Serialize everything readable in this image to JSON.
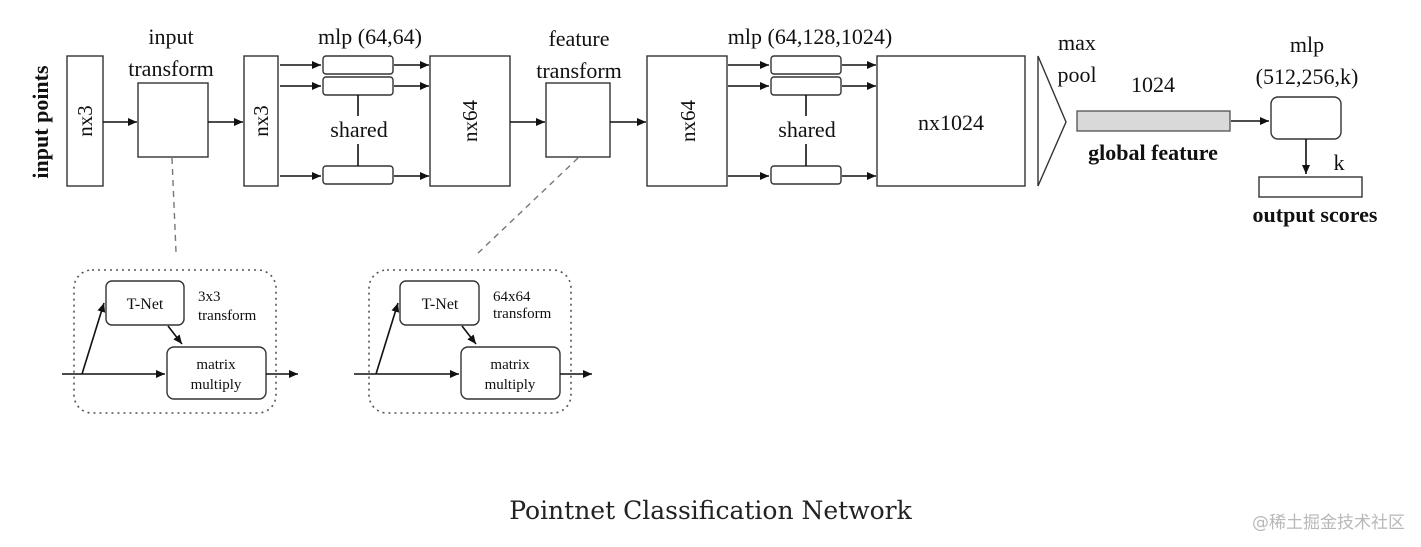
{
  "labels": {
    "input_points": "input points",
    "input_transform_1": "input",
    "input_transform_2": "transform",
    "nx3_a": "nx3",
    "nx3_b": "nx3",
    "mlp1": "mlp (64,64)",
    "shared1": "shared",
    "nx64_a": "nx64",
    "feature_transform_1": "feature",
    "feature_transform_2": "transform",
    "nx64_b": "nx64",
    "mlp2": "mlp (64,128,1024)",
    "shared2": "shared",
    "nx1024": "nx1024",
    "max": "max",
    "pool": "pool",
    "dim_1024": "1024",
    "global_feature": "global feature",
    "mlp3_1": "mlp",
    "mlp3_2": "(512,256,k)",
    "k": "k",
    "output_scores": "output scores"
  },
  "tnet_small": {
    "tnet": "T-Net",
    "transform_1": "3x3",
    "transform_2": "transform",
    "matrix_1": "matrix",
    "matrix_2": "multiply"
  },
  "tnet_large": {
    "tnet": "T-Net",
    "transform_1": "64x64",
    "transform_2": "transform",
    "matrix_1": "matrix",
    "matrix_2": "multiply"
  },
  "caption": "Pointnet Classification Network",
  "watermark": "@稀土掘金技术社区",
  "colors": {
    "global_feature_bar": "#d9d9d9",
    "watermark": "#b8b8b8"
  }
}
